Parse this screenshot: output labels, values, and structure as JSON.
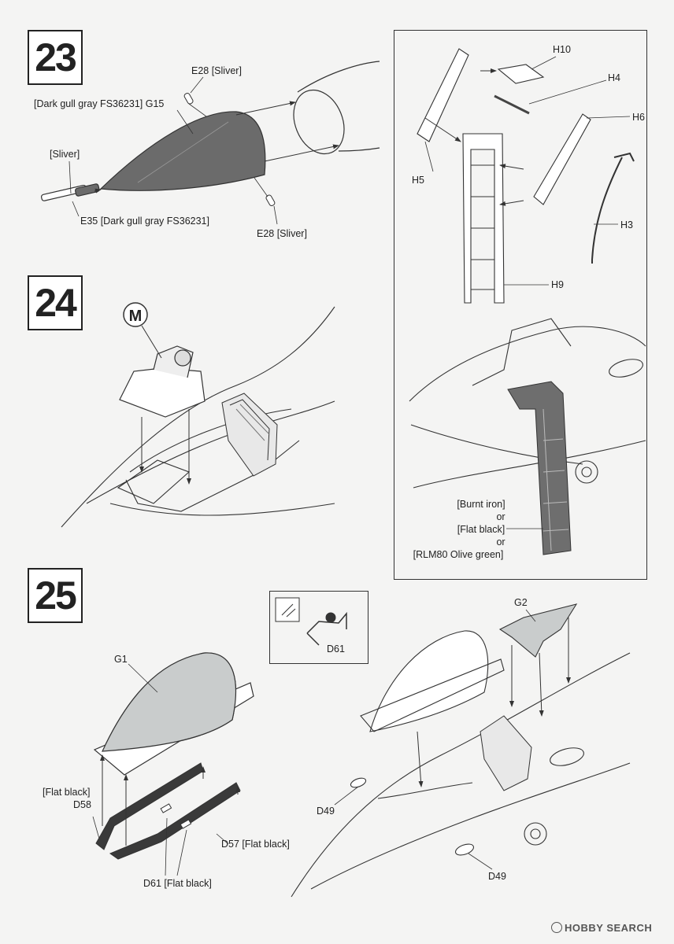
{
  "steps": {
    "s23": "23",
    "s24": "24",
    "s25": "25"
  },
  "step23": {
    "label_g15": "[Dark gull gray FS36231] G15",
    "label_e28_top": "E28 [Sliver]",
    "label_sliver": "[Sliver]",
    "label_e35": "E35 [Dark gull gray FS36231]",
    "label_e28_bottom": "E28 [Sliver]"
  },
  "step24": {
    "marker": "M"
  },
  "ladder": {
    "h10": "H10",
    "h4": "H4",
    "h6": "H6",
    "h5": "H5",
    "h3": "H3",
    "h9": "H9",
    "color1": "[Burnt iron]",
    "or1": "or",
    "color2": "[Flat black]",
    "or2": "or",
    "color3": "[RLM80 Olive green]"
  },
  "step25": {
    "g1": "G1",
    "g2": "G2",
    "d58_color": "[Flat black]",
    "d58": "D58",
    "d57": "D57 [Flat black]",
    "d61": "D61 [Flat black]",
    "d49_left": "D49",
    "d49_bottom": "D49",
    "inset_d61": "D61"
  },
  "watermark": "HOBBY SEARCH",
  "colors": {
    "gull_gray": "#6b6b6b",
    "flat_black": "#3a3a3a",
    "ladder_gray": "#6e6e6e"
  }
}
